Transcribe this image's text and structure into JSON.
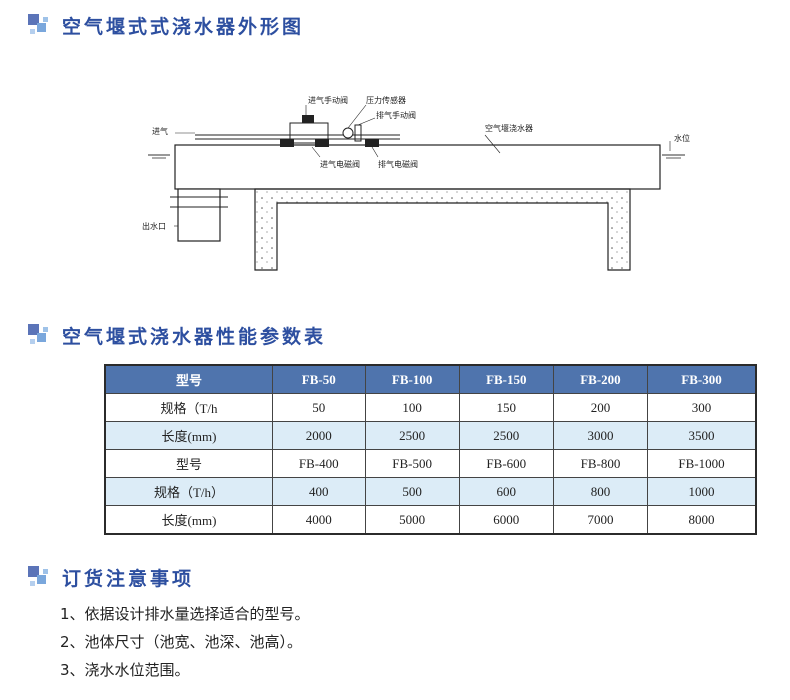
{
  "sections": {
    "diagram_title": "空气堰式式浇水器外形图",
    "table_title": "空气堰式浇水器性能参数表",
    "order_title": "订货注意事项"
  },
  "diagram": {
    "labels": {
      "intake_manual_valve": "进气手动阀",
      "pressure_sensor": "压力传感器",
      "exhaust_manual_valve": "排气手动阀",
      "intake": "进气",
      "device": "空气堰浇水器",
      "water_level": "水位",
      "intake_solenoid_valve": "进气电磁阀",
      "exhaust_solenoid_valve": "排气电磁阀",
      "outlet": "出水口"
    }
  },
  "table": {
    "header": [
      "型号",
      "FB-50",
      "FB-100",
      "FB-150",
      "FB-200",
      "FB-300"
    ],
    "rows": [
      [
        "规格（T/h",
        "50",
        "100",
        "150",
        "200",
        "300"
      ],
      [
        "长度(mm)",
        "2000",
        "2500",
        "2500",
        "3000",
        "3500"
      ],
      [
        "型号",
        "FB-400",
        "FB-500",
        "FB-600",
        "FB-800",
        "FB-1000"
      ],
      [
        "规格（T/h）",
        "400",
        "500",
        "600",
        "800",
        "1000"
      ],
      [
        "长度(mm)",
        "4000",
        "5000",
        "6000",
        "7000",
        "8000"
      ]
    ]
  },
  "notes": [
    "1、依据设计排水量选择适合的型号。",
    "2、池体尺寸（池宽、池深、池高）。",
    "3、浇水水位范围。"
  ],
  "colors": {
    "accent": "#2d4fa0",
    "header_bg": "#4f74ad",
    "alt_row_bg": "#dcecf7"
  }
}
